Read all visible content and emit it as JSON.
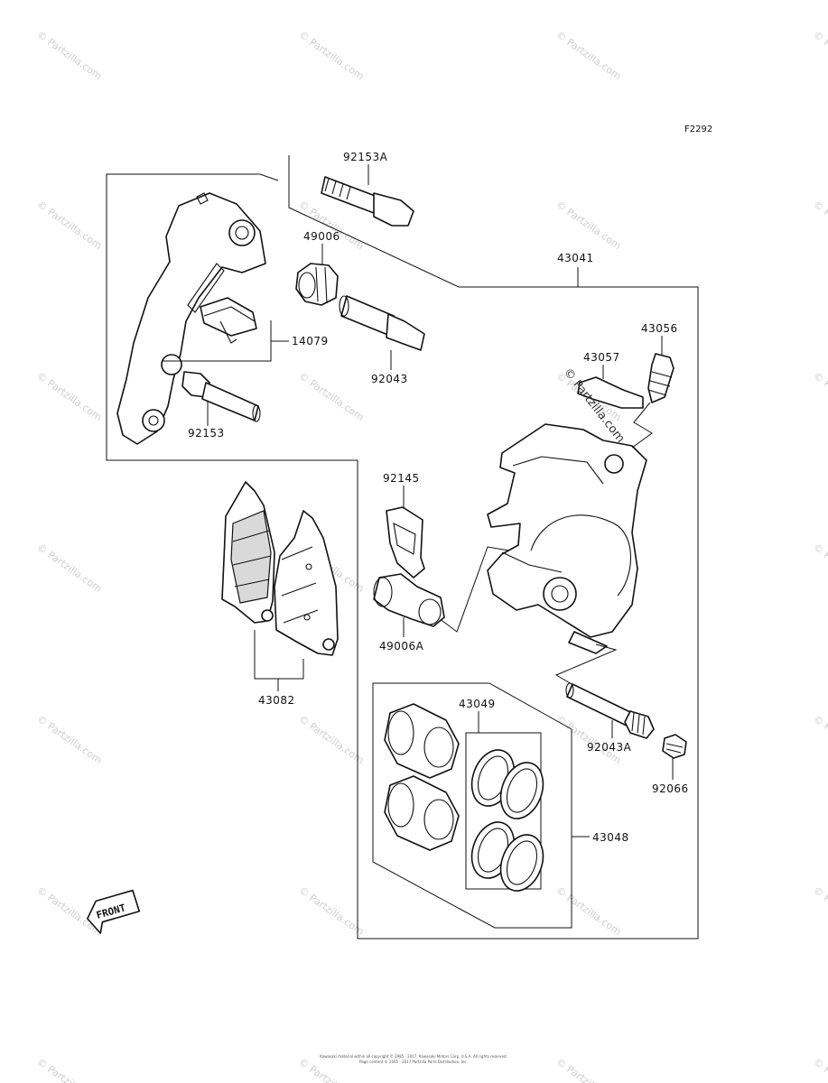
{
  "figure_code": "F2292",
  "watermark": {
    "text": "© Partzilla.com",
    "overlay_text": "© Partzilla.com"
  },
  "footer": {
    "line1": "Kawasaki material within all copyright © 1985 - 2017, Kawasaki Motors Corp, U.S.A. All rights reserved.",
    "line2": "Page content © 2005 - 2017 Partzilla Parts Distribution, Inc."
  },
  "front_label": "FRONT",
  "parts": [
    {
      "id": "p-92153A",
      "label": "92153A"
    },
    {
      "id": "p-49006",
      "label": "49006"
    },
    {
      "id": "p-43041",
      "label": "43041"
    },
    {
      "id": "p-43056",
      "label": "43056"
    },
    {
      "id": "p-43057",
      "label": "43057"
    },
    {
      "id": "p-14079",
      "label": "14079"
    },
    {
      "id": "p-92043",
      "label": "92043"
    },
    {
      "id": "p-92153",
      "label": "92153"
    },
    {
      "id": "p-92145",
      "label": "92145"
    },
    {
      "id": "p-49006A",
      "label": "49006A"
    },
    {
      "id": "p-43082",
      "label": "43082"
    },
    {
      "id": "p-43049",
      "label": "43049"
    },
    {
      "id": "p-92043A",
      "label": "92043A"
    },
    {
      "id": "p-92066",
      "label": "92066"
    },
    {
      "id": "p-43048",
      "label": "43048"
    }
  ]
}
